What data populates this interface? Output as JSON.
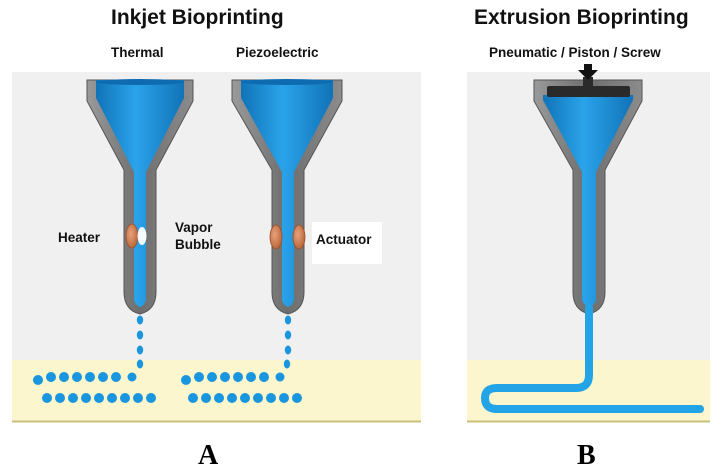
{
  "colors": {
    "background_panel": "#f0f0f0",
    "substrate": "#fbf6cd",
    "substrate_line": "#d8cf86",
    "nozzle_grey": "#7d7d7d",
    "nozzle_grey_dark": "#5c5c5c",
    "ink_blue": "#1a8fd8",
    "ink_blue_light": "#33b2ee",
    "heater_orange": "#c8784a",
    "piston_black": "#2a2a2a"
  },
  "panel_a": {
    "title": "Inkjet Bioprinting",
    "thermal_label": "Thermal",
    "piezo_label": "Piezoelectric",
    "heater_label": "Heater",
    "vapor_bubble_label_1": "Vapor",
    "vapor_bubble_label_2": "Bubble",
    "actuator_label": "Actuator",
    "letter": "A"
  },
  "panel_b": {
    "title": "Extrusion Bioprinting",
    "drive_label": "Pneumatic / Piston / Screw",
    "letter": "B"
  }
}
